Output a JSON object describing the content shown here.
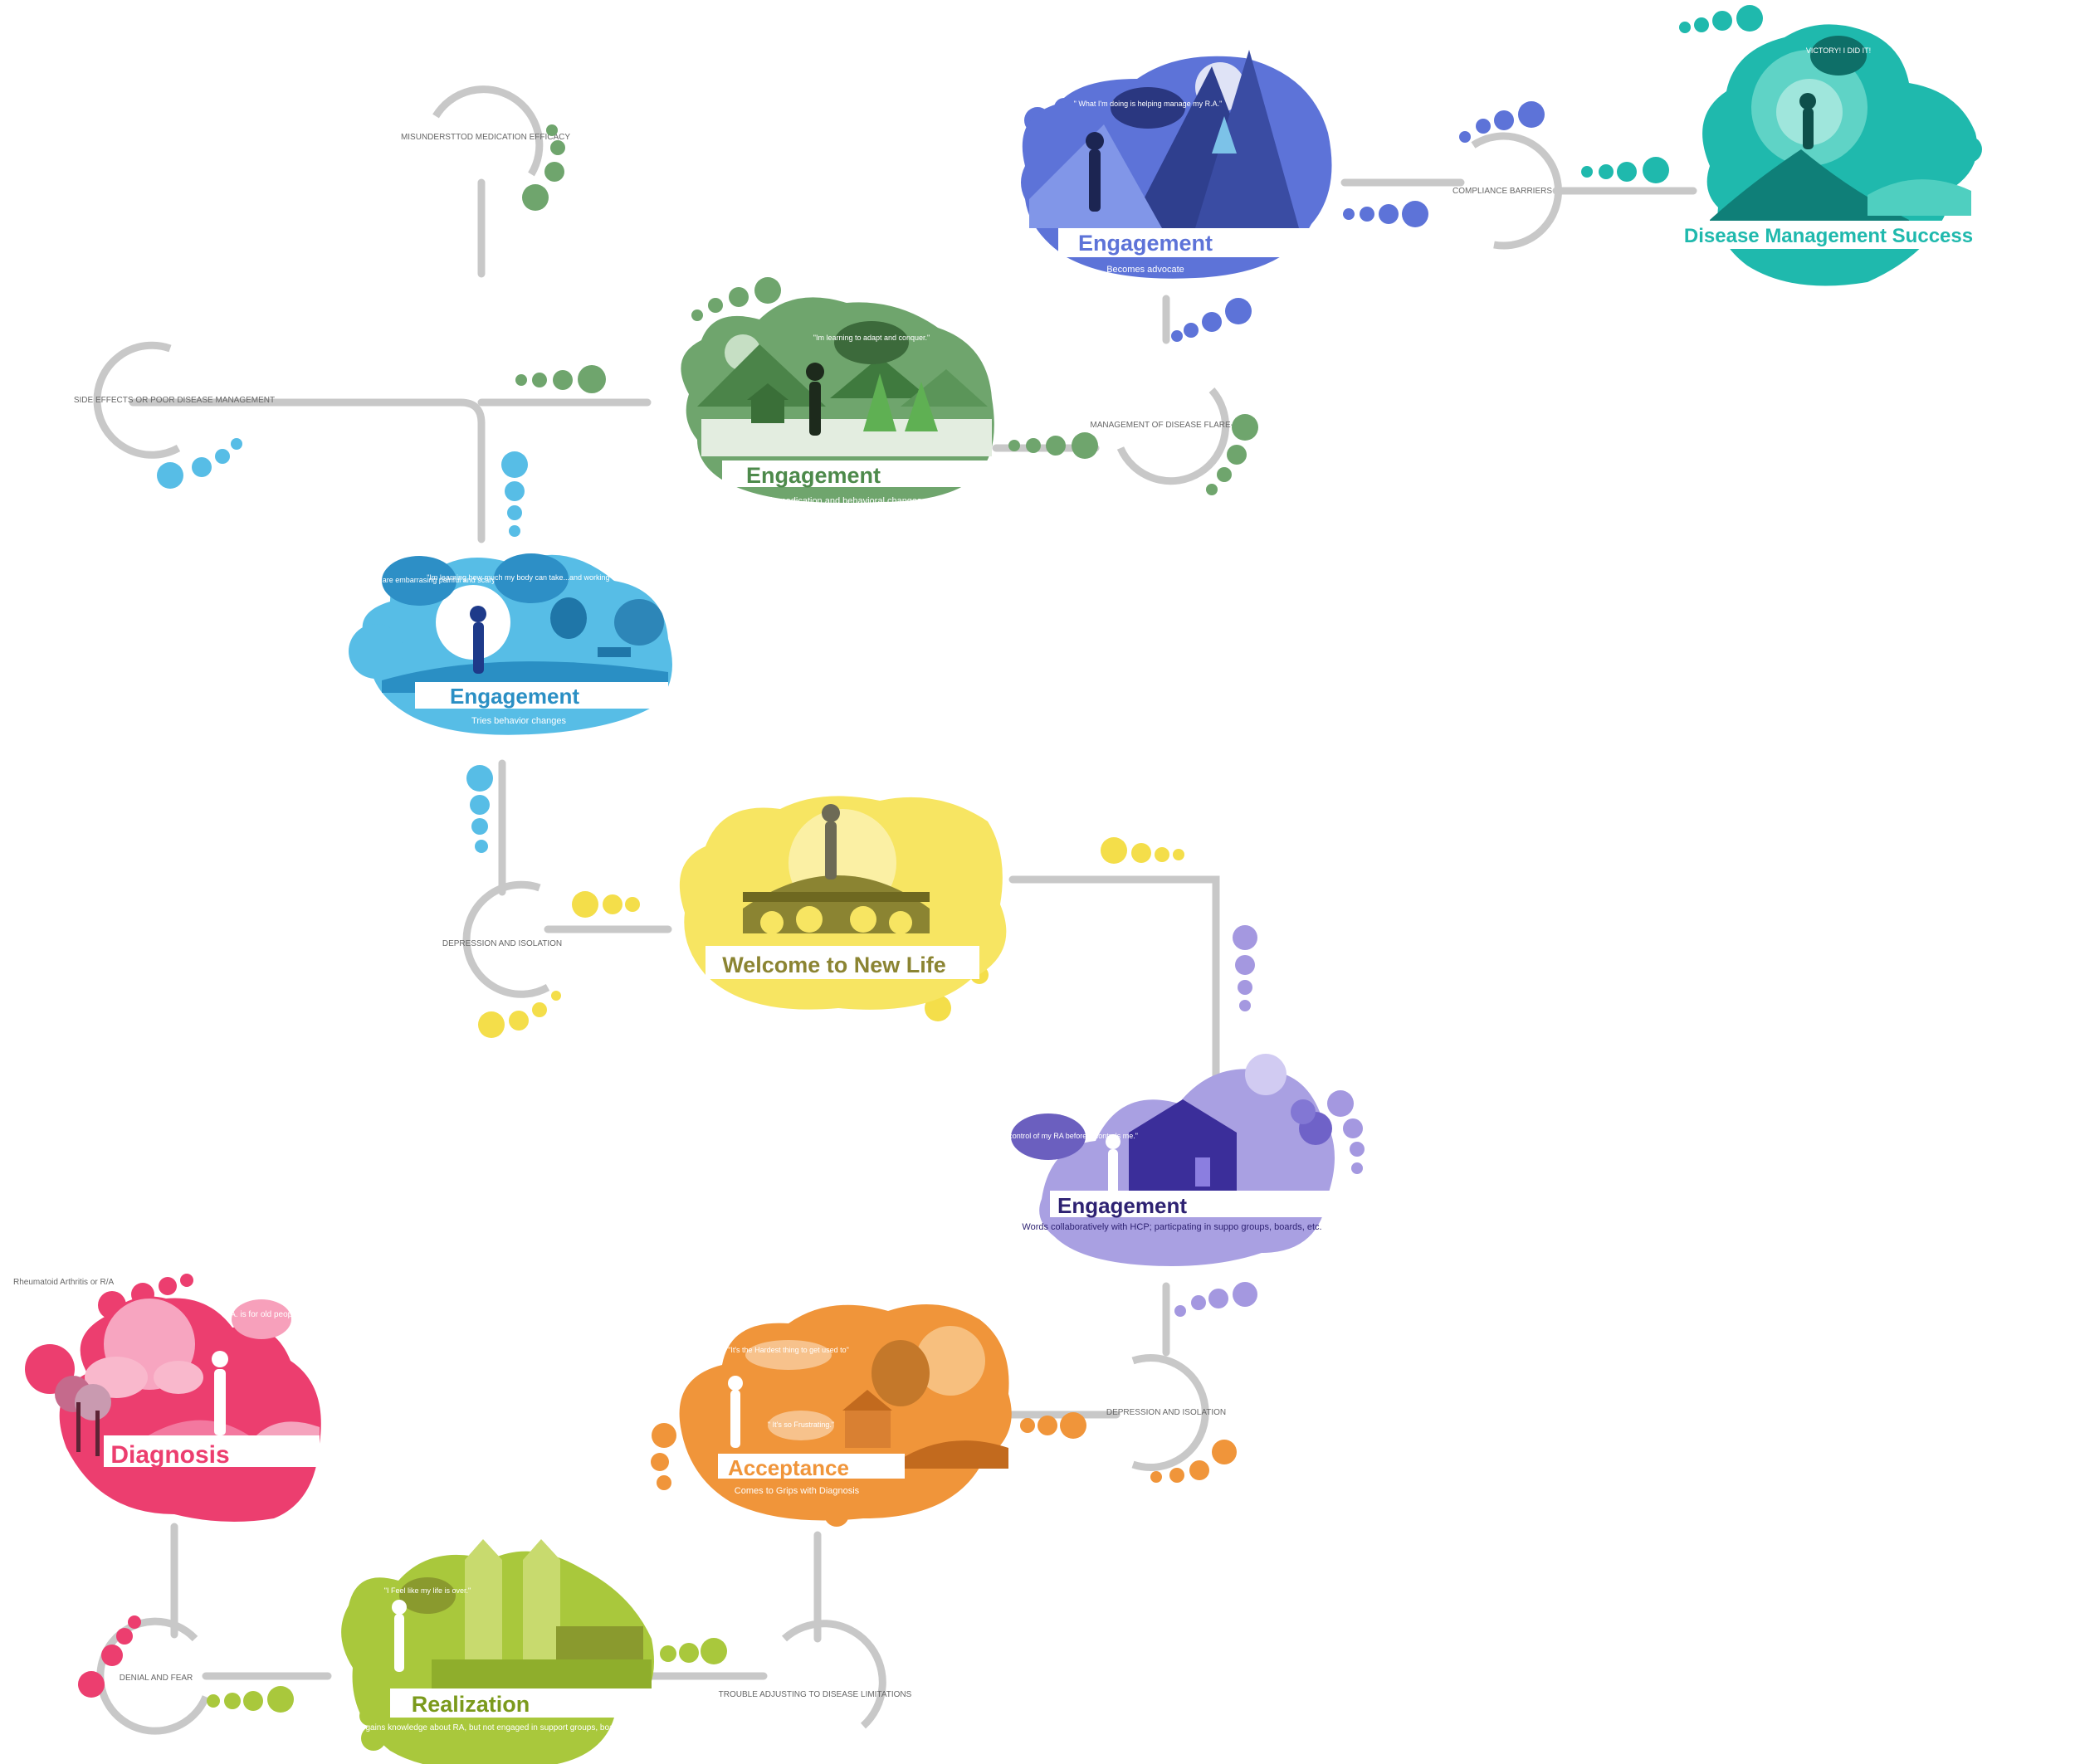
{
  "corner_note": "Rheumatoid Arthritis or R/A",
  "colors": {
    "path": "#c8c8c8",
    "diagnosis": "#ec3e6f",
    "realization": "#a9c83c",
    "acceptance": "#f0953a",
    "engagement_purple": "#9d8fdc",
    "welcome": "#f4de4a",
    "engagement_cyan": "#4db8e5",
    "engagement_green": "#6fa56d",
    "engagement_blue": "#5d73d8",
    "success": "#1fb9ad"
  },
  "stages": {
    "diagnosis": {
      "title": "Diagnosis",
      "subtitle": "",
      "quote": "\"R.A. is for old people.\""
    },
    "realization": {
      "title": "Realization",
      "subtitle": "Researches and gains knowledge about RA, but not engaged in support groups, boards, etc.",
      "quote": "\"I Feel like my life is over.\""
    },
    "acceptance": {
      "title": "Acceptance",
      "subtitle": "Comes to Grips with Diagnosis",
      "quote1": "\"It's the Hardest thing to get used to\"",
      "quote2": "\" It's so Frustrating.\""
    },
    "engagement_purple": {
      "title": "Engagement",
      "subtitle": "Words collaboratively with HCP; particpating in suppo groups, boards, etc.",
      "quote": "\"I need to take control of my RA before it controls me.\""
    },
    "welcome": {
      "title": "Welcome to New Life"
    },
    "engagement_cyan": {
      "title": "Engagement",
      "subtitle": "Tries behavior changes",
      "quote1": "\"Side effects are embarrasing painful and scary.\"",
      "quote2": "\"Im learning how much my body can take...and working with it.\""
    },
    "engagement_green": {
      "title": "Engagement",
      "subtitle": "Has success with medication and behavioral changes",
      "quote": "\"Im learning to adapt and conquer.\""
    },
    "engagement_blue": {
      "title": "Engagement",
      "subtitle": "Becomes advocate",
      "quote": "\" What I'm doing is helping manage my R.A.\""
    },
    "success": {
      "title": "Disease Management Success",
      "quote": "VICTORY! I DID IT!"
    }
  },
  "barriers": {
    "denial": "DENIAL AND FEAR",
    "trouble": "TROUBLE ADJUSTING TO DISEASE LIMITATIONS",
    "depression_right": "DEPRESSION AND ISOLATION",
    "depression_left": "DEPRESSION AND ISOLATION",
    "side_effects": "SIDE EFFECTS OR POOR DISEASE MANAGEMENT",
    "misunderstood": "MISUNDERSTTOD MEDICATION EFFICACY",
    "flare_ups": "MANAGEMENT OF DISEASE FLARE-UPS",
    "compliance": "COMPLIANCE BARRIERS"
  }
}
